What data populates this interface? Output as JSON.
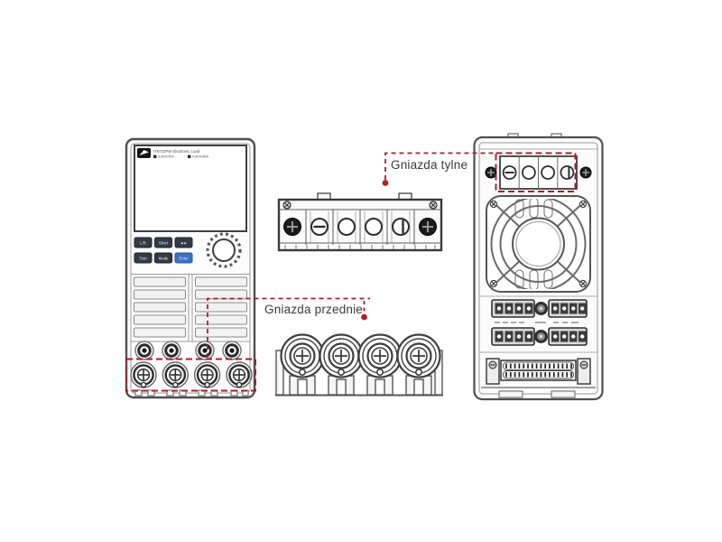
{
  "callouts": {
    "rear_sockets_label": "Gniazda tylne",
    "front_sockets_label": "Gniazda przednie"
  },
  "front_panel": {
    "header": {
      "brand_line": "IT8722PW Electronic Load",
      "rating_left": "0-80V/45A",
      "rating_right": "0-80V/45A"
    },
    "buttons": [
      {
        "label": "L/R"
      },
      {
        "label": "Short"
      },
      {
        "label": "◄►"
      },
      {
        "label": "Tran"
      },
      {
        "label": "Mode"
      },
      {
        "label": "Enter"
      }
    ]
  },
  "icons": {
    "brand_logo": "itech-arrow-logo",
    "screw_dark": "phillips-screw",
    "screw_slotted": "slotted-screw",
    "knob": "rotary-knob",
    "fan": "cooling-fan-grille"
  },
  "colors": {
    "callout_red": "#A31F33",
    "callout_dot_red": "#B3202E",
    "line_gray": "#4f4f4f",
    "button_dark": "#343B47",
    "enter_button_blue": "#3C71C3"
  }
}
